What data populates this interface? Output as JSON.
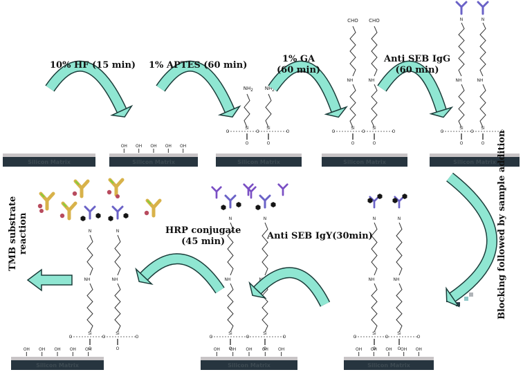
{
  "steps": {
    "s1": "10% HF (15 min)",
    "s2": "1% APTES (60 min)",
    "s3_line1": "1% GA",
    "s3_line2": "(60 min)",
    "s4_line1": "Anti SEB IgG",
    "s4_line2": "(60 min)",
    "s5": "Blocking followed by sample addition",
    "s6": "Anti SEB IgY(30min)",
    "s7_line1": "HRP conjugate",
    "s7_line2": "(45 min)",
    "s8_line1": "TMB substrate",
    "s8_line2": "reaction"
  },
  "chem": {
    "substrate": "Silicon Matrix",
    "oh": "OH",
    "nh2": "NH",
    "nh2_sub": "2",
    "nh": "NH",
    "n": "N",
    "cho": "CHO",
    "si": "Si",
    "o": "O"
  },
  "colors": {
    "arrow_fill": "#8fe6d2",
    "arrow_stroke": "#1b3d3a",
    "substrate_top": "#c8c4c6",
    "substrate_dark": "#27353f",
    "antibody_igg": "#6a62c7",
    "antibody_igy": "#7a4fc4",
    "hrp_conjugate": "#d8b24a",
    "hrp_accent": "#7fd23a",
    "blocker": "#151515",
    "seb_dot": "#b84b5e"
  }
}
